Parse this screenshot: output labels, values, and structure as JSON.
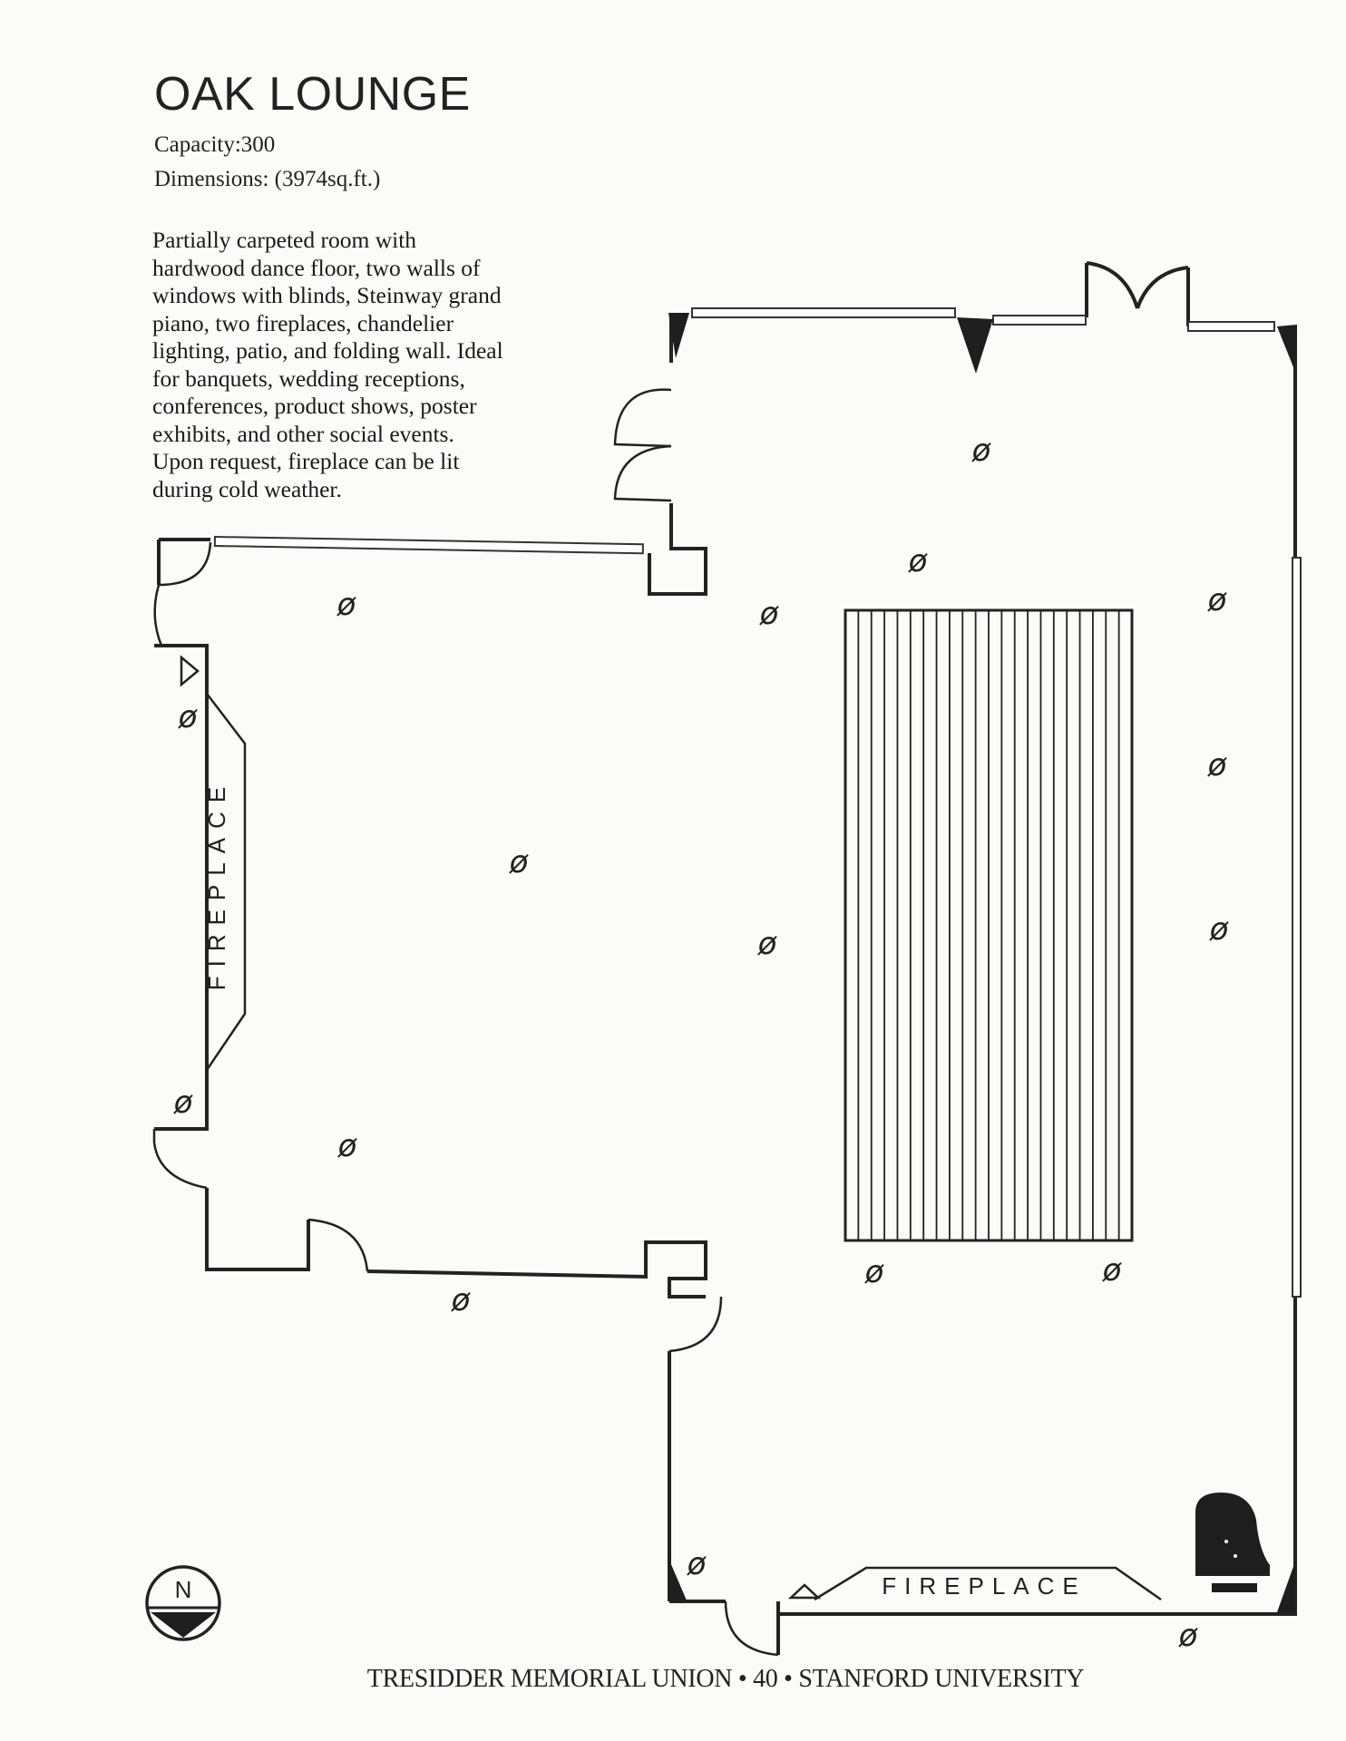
{
  "title": "OAK LOUNGE",
  "capacity": "Capacity:300",
  "dimensions": "Dimensions: (3974sq.ft.)",
  "description": "Partially carpeted room with hardwood dance floor, two walls of windows with blinds, Steinway grand piano, two fireplaces, chandelier lighting, patio, and folding wall. Ideal for banquets, wedding receptions, conferences, product shows, poster exhibits, and other social events. Upon request, fireplace can be lit during cold weather.",
  "fireplace_west_label": "FIREPLACE",
  "fireplace_south_label": "FIREPLACE",
  "light_symbol": "ø",
  "compass_label": "N",
  "footer": "TRESIDDER MEMORIAL UNION • 40 • STANFORD UNIVERSITY"
}
